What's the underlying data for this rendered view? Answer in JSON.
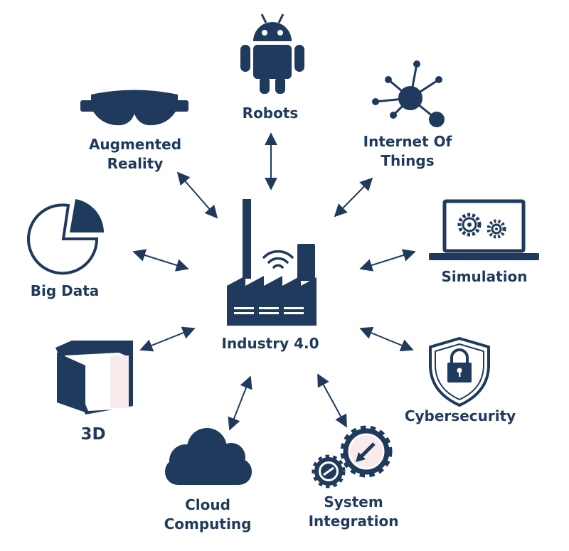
{
  "colors": {
    "primary": "#1f3a5c",
    "background": "#ffffff",
    "accent_light": "#f9eaec"
  },
  "center": {
    "label": "Industry 4.0",
    "icon": "factory-icon"
  },
  "nodes": [
    {
      "id": "robots",
      "lines": [
        "Robots"
      ],
      "icon": "robot-icon"
    },
    {
      "id": "iot",
      "lines": [
        "Internet Of",
        "Things"
      ],
      "icon": "network-nodes-icon"
    },
    {
      "id": "ar",
      "lines": [
        "Augmented",
        "Reality"
      ],
      "icon": "ar-glasses-icon"
    },
    {
      "id": "bigdata",
      "lines": [
        "Big Data"
      ],
      "icon": "pie-chart-icon"
    },
    {
      "id": "simulation",
      "lines": [
        "Simulation"
      ],
      "icon": "laptop-gears-icon"
    },
    {
      "id": "3d",
      "lines": [
        "3D"
      ],
      "icon": "cube-icon"
    },
    {
      "id": "cybersecurity",
      "lines": [
        "Cybersecurity"
      ],
      "icon": "shield-lock-icon"
    },
    {
      "id": "cloud",
      "lines": [
        "Cloud",
        "Computing"
      ],
      "icon": "cloud-icon"
    },
    {
      "id": "sysint",
      "lines": [
        "System",
        "Integration"
      ],
      "icon": "gears-icon"
    }
  ]
}
